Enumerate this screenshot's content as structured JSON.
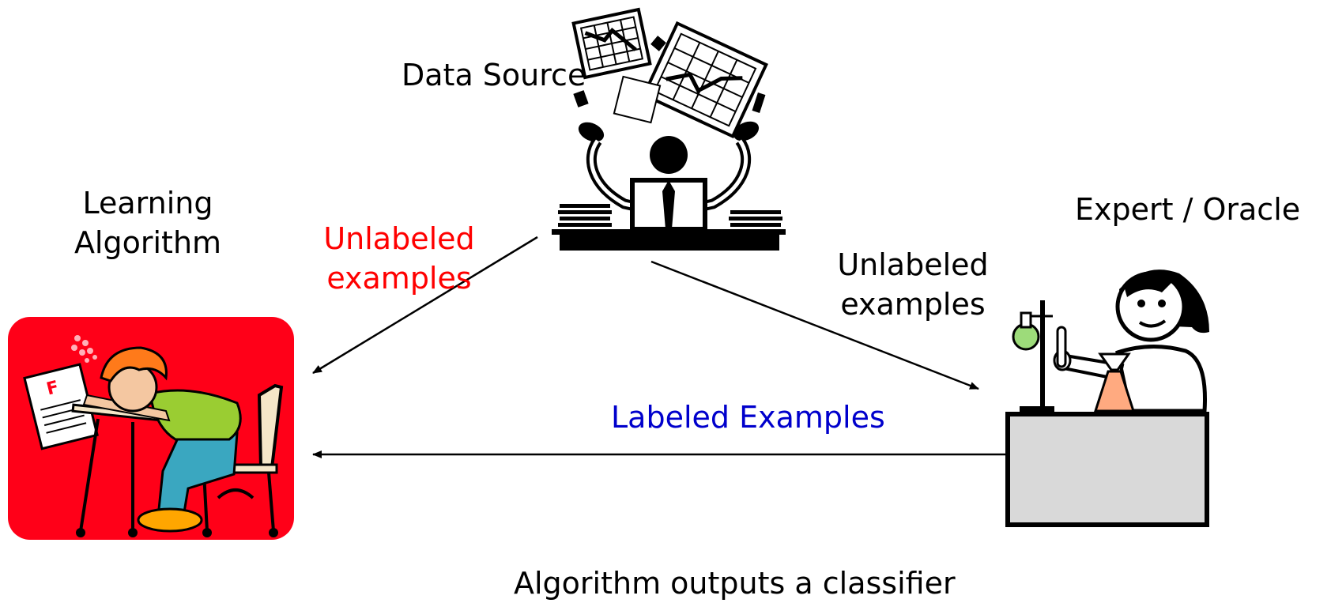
{
  "labels": {
    "data_source": "Data Source",
    "learning_algorithm": [
      "Learning",
      "Algorithm"
    ],
    "expert_oracle": "Expert / Oracle",
    "unlabeled_to_learner": [
      "Unlabeled",
      "examples"
    ],
    "unlabeled_to_expert": [
      "Unlabeled",
      "examples"
    ],
    "labeled_examples": "Labeled Examples",
    "footer": "Algorithm outputs a classifier"
  },
  "colors": {
    "unlabeled_to_learner": "#ff0000",
    "labeled_examples": "#0000cc",
    "default_text": "#000000",
    "learner_background": "#ff0018",
    "expert_desk": "#d9d9d9"
  },
  "icons": {
    "data_source": "person-juggling-charts-icon",
    "learner": "student-asleep-at-desk-icon",
    "expert": "scientist-with-lab-equipment-icon"
  }
}
